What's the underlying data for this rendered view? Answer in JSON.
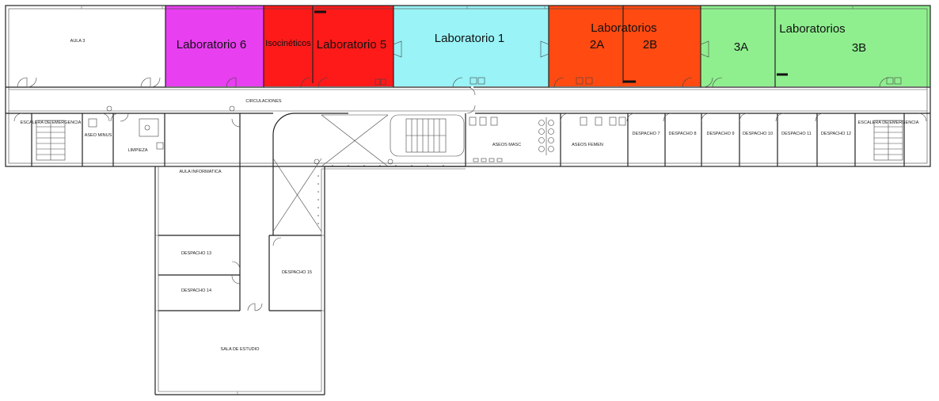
{
  "colors": {
    "lab6": "#e83ff0",
    "isocineticos": "#ff1a1a",
    "lab5": "#ff1a1a",
    "lab1": "#99f3f7",
    "lab2": "#ff4a12",
    "lab3": "#8fef8f",
    "wall": "#222222"
  },
  "labels": {
    "aula3": "AULA 3",
    "lab6": "Laboratorio 6",
    "isocineticos": "Isocinéticos",
    "lab5": "Laboratorio 5",
    "lab1": "Laboratorio 1",
    "lab2_title": "Laboratorios",
    "lab2a": "2A",
    "lab2b": "2B",
    "lab3_title": "Laboratorios",
    "lab3a": "3A",
    "lab3b": "3B",
    "circulaciones": "CIRCULACIONES",
    "escalera_left": "ESCALERA DE EMERGENCIA",
    "aseo_minus": "ASEO MINUS",
    "limpieza": "LIMPIEZA",
    "aula_informatica": "AULA INFORMATICA",
    "despacho13": "DESPACHO 13",
    "despacho14": "DESPACHO 14",
    "despacho15": "DESPACHO 15",
    "sala_estudio": "SALA DE ESTUDIO",
    "aseos_masc": "ASEOS MASC",
    "aseos_femen": "ASEOS FEMEN",
    "despacho7": "DESPACHO 7",
    "despacho8": "DESPACHO 8",
    "despacho9": "DESPACHO 9",
    "despacho10": "DESPACHO 10",
    "despacho11": "DESPACHO 11",
    "despacho12": "DESPACHO 12",
    "escalera_right": "ESCALERA DE EMERGENCIA"
  }
}
